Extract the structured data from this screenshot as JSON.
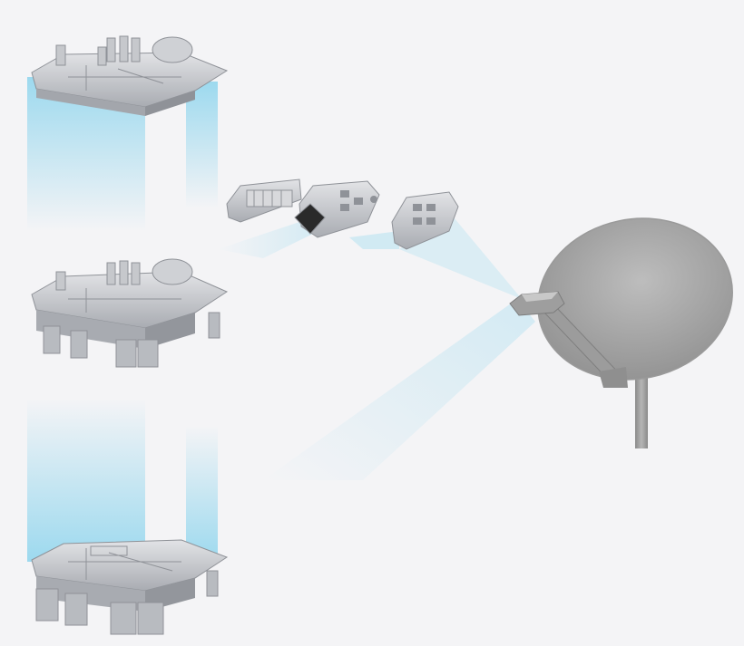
{
  "scene": {
    "background": "#f4f4f6",
    "metal_color": "#c9cbcf",
    "metal_dark": "#9a9da3",
    "beam_color": "#8fd6ee",
    "dish_color": "#a8a8a8",
    "components": [
      "lnb-top-housing",
      "lnb-middle-housing",
      "lnb-bottom-housing",
      "waveguide-part-1",
      "waveguide-part-2",
      "waveguide-part-3",
      "satellite-dish"
    ]
  }
}
